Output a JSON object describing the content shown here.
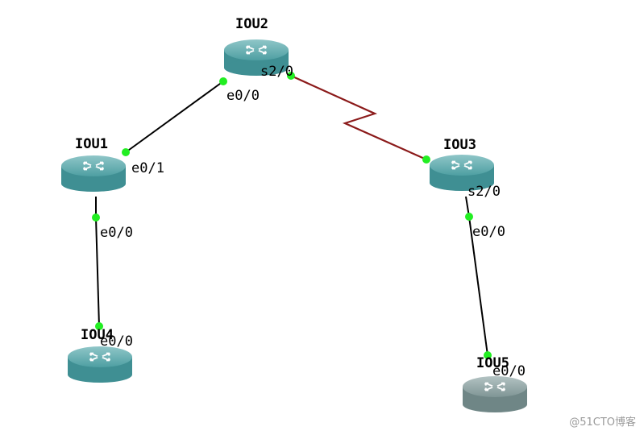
{
  "routers": [
    {
      "id": "iou2",
      "name": "IOU2",
      "color": "#3f8f93",
      "shade": "#2f7174"
    },
    {
      "id": "iou1",
      "name": "IOU1",
      "color": "#3f8f93",
      "shade": "#2f7174"
    },
    {
      "id": "iou3",
      "name": "IOU3",
      "color": "#3f8f93",
      "shade": "#2f7174"
    },
    {
      "id": "iou4",
      "name": "IOU4",
      "color": "#3f8f93",
      "shade": "#2f7174"
    },
    {
      "id": "iou5",
      "name": "IOU5",
      "color": "#6f8686",
      "shade": "#566a6a"
    }
  ],
  "links": [
    {
      "id": "iou2-iou1",
      "type": "ethernet",
      "color": "#000000",
      "from_port": "e0/0",
      "to_port": "e0/1"
    },
    {
      "id": "iou2-iou3",
      "type": "serial",
      "color": "#8b1a1a",
      "from_port": "s2/0",
      "to_port": ""
    },
    {
      "id": "iou1-iou4",
      "type": "ethernet",
      "color": "#000000",
      "from_port": "e0/0",
      "to_port": "e0/0"
    },
    {
      "id": "iou3-iou5",
      "type": "ethernet",
      "color": "#000000",
      "from_port": "e0/0",
      "to_port": "e0/0"
    }
  ],
  "extra_labels": {
    "iou3_s2_0": "s2/0"
  },
  "endpoint_color": "#22ee22",
  "watermark": "@51CTO博客"
}
